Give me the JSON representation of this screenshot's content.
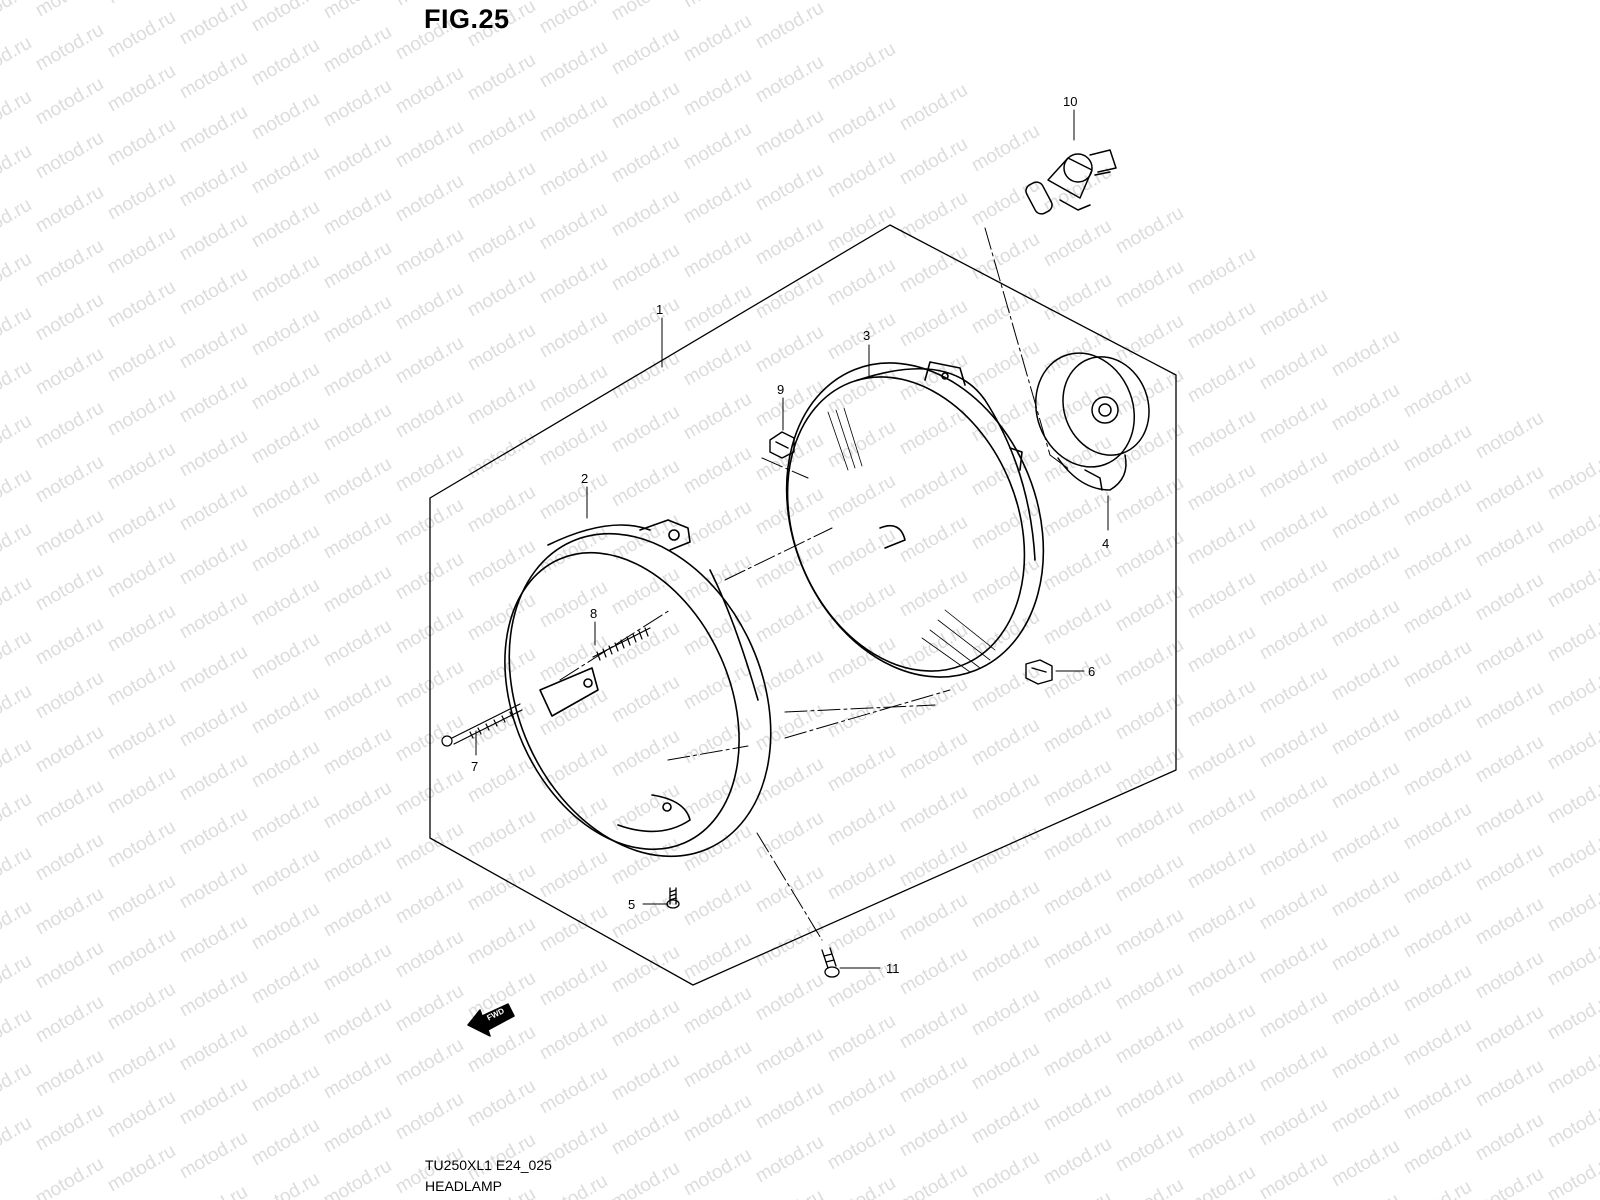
{
  "figure": {
    "title": "FIG.25"
  },
  "watermark": {
    "text": "motod.ru"
  },
  "callouts": [
    {
      "id": "1",
      "label": "1"
    },
    {
      "id": "2",
      "label": "2"
    },
    {
      "id": "3",
      "label": "3"
    },
    {
      "id": "4",
      "label": "4"
    },
    {
      "id": "5",
      "label": "5"
    },
    {
      "id": "6",
      "label": "6"
    },
    {
      "id": "7",
      "label": "7"
    },
    {
      "id": "8",
      "label": "8"
    },
    {
      "id": "9",
      "label": "9"
    },
    {
      "id": "10",
      "label": "10"
    },
    {
      "id": "11",
      "label": "11"
    }
  ],
  "fwd_arrow": {
    "label": "FWD"
  },
  "footer": {
    "code": "TU250XL1 E24_025",
    "name": "HEADLAMP"
  }
}
